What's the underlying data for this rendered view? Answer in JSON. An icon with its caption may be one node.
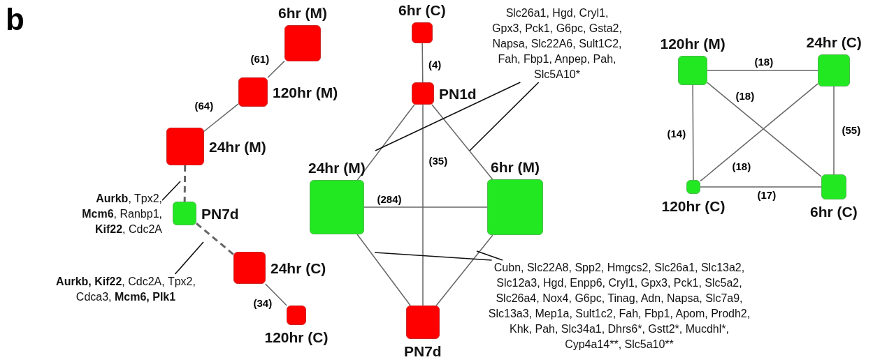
{
  "diagram": {
    "nodes": [
      {
        "text": [
          "6hr (M)"
        ]
      },
      {
        "text": [
          "120hr (M)"
        ]
      },
      {
        "text": [
          "24hr (M)"
        ]
      },
      {
        "text": [
          "PN7d"
        ]
      },
      {
        "text": [
          "24hr (C)"
        ]
      },
      {
        "text": [
          "120hr (C)"
        ]
      },
      {
        "text": [
          "**Aurkb**, Tpx2, **Mcm6**, Ranbp1, **Kif22**, Cdc2A"
        ]
      },
      {
        "text": [
          "**Aurkb, Kif22**, Cdc2A, Tpx2, Cdca3, **Mcm6, Plk1**"
        ]
      },
      {
        "text": [
          "6hr (C)"
        ]
      },
      {
        "text": [
          "PN1d"
        ]
      },
      {
        "text": [
          "24hr (M)"
        ]
      },
      {
        "text": [
          "6hr (M)"
        ]
      },
      {
        "text": [
          "PN7d"
        ]
      },
      {
        "text": [
          "Slc26a1, Hgd, Cryl1, Gpx3, Pck1, G6pc, Gsta2, Napsa, Slc22A6, Sult1C2, Fah, Fbp1, Anpep, Pah, Slc5A10*"
        ]
      },
      {
        "text": [
          "Cubn, Slc22A8, Spp2, Hmgcs2, Slc26a1, Slc13a2, Slc12a3, Hgd, Enpp6, Cryl1, Gpx3, Pck1, Slc5a2, Slc26a4, Nox4, G6pc, Tinag, Adn, Napsa, Slc7a9, Slc13a3, Mep1a, Sult1c2, Fah, Fbp1, Apom, Prodh2, Khk, Pah, Slc34a1, Dhrs6*, Gstt2*, Mucdhl*, Cyp4a14**, Slc5a10**"
        ]
      },
      {
        "text": [
          "120hr (M)"
        ]
      },
      {
        "text": [
          "24hr (C)"
        ]
      },
      {
        "text": [
          "120hr (C)"
        ]
      },
      {
        "text": [
          "6hr (C)"
        ]
      }
    ],
    "edges": [
      {
        "from": 0,
        "to": 1,
        "arrow": "none",
        "label": "(61)"
      },
      {
        "from": 1,
        "to": 2,
        "arrow": "none",
        "label": "(64)"
      },
      {
        "from": 2,
        "to": 3,
        "arrow": "none",
        "style": "dashed"
      },
      {
        "from": 3,
        "to": 4,
        "arrow": "none",
        "style": "dashed"
      },
      {
        "from": 4,
        "to": 5,
        "arrow": "none",
        "label": "(34)"
      },
      {
        "from": 6,
        "to": null,
        "arrow": "none"
      },
      {
        "from": 7,
        "to": null,
        "arrow": "none"
      },
      {
        "from": 8,
        "to": 9,
        "arrow": "none",
        "label": "(4)"
      },
      {
        "from": 9,
        "to": 10,
        "arrow": "none"
      },
      {
        "from": 9,
        "to": 11,
        "arrow": "none"
      },
      {
        "from": 9,
        "to": 12,
        "arrow": "none",
        "label": "(35)"
      },
      {
        "from": 10,
        "to": 11,
        "arrow": "none",
        "label": "(284)"
      },
      {
        "from": 10,
        "to": 12,
        "arrow": "none"
      },
      {
        "from": 11,
        "to": 12,
        "arrow": "none"
      },
      {
        "from": 13,
        "to": null,
        "arrow": "none"
      },
      {
        "from": 13,
        "to": null,
        "arrow": "none"
      },
      {
        "from": 14,
        "to": null,
        "arrow": "none"
      },
      {
        "from": 14,
        "to": null,
        "arrow": "none"
      },
      {
        "from": 15,
        "to": 16,
        "arrow": "none",
        "label": "(18)"
      },
      {
        "from": 15,
        "to": 18,
        "arrow": "none",
        "label": "(18)"
      },
      {
        "from": 16,
        "to": 17,
        "arrow": "none",
        "label": "(18)"
      },
      {
        "from": 15,
        "to": 17,
        "arrow": "none",
        "label": "(14)"
      },
      {
        "from": 16,
        "to": 18,
        "arrow": "none",
        "label": "(55)"
      },
      {
        "from": 17,
        "to": 18,
        "arrow": "none",
        "label": "(17)"
      }
    ],
    "labels": [
      "b"
    ]
  }
}
